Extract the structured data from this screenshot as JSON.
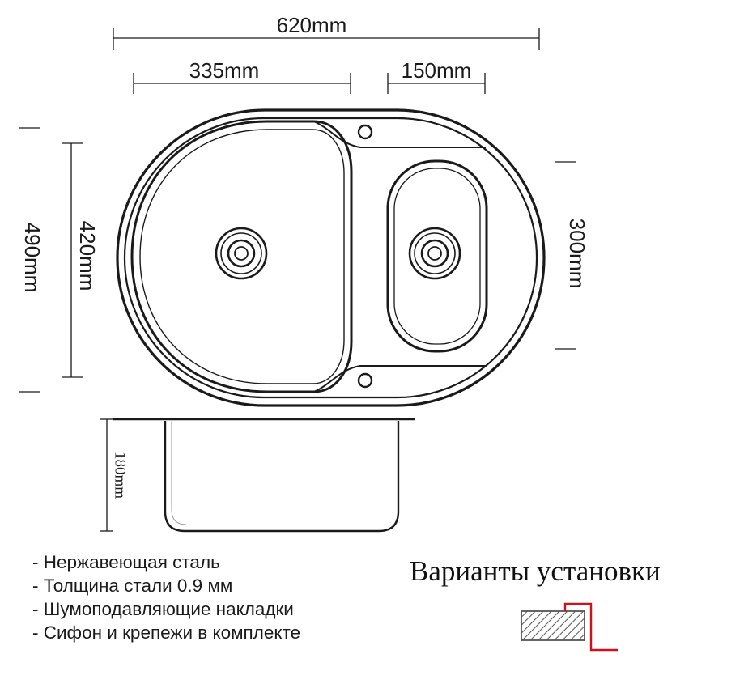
{
  "dimensions": {
    "total_width": "620mm",
    "main_bowl_width": "335mm",
    "small_bowl_width": "150mm",
    "total_depth": "490mm",
    "main_bowl_depth": "420mm",
    "small_bowl_depth": "300mm",
    "bowl_height": "180mm"
  },
  "features": {
    "items": [
      "- Нержавеющая сталь",
      "- Толщина стали 0.9 мм",
      "- Шумоподавляющие накладки",
      "- Сифон и крепежи в комплекте"
    ]
  },
  "installation": {
    "title": "Варианты установки"
  },
  "colors": {
    "line": "#1a1a1a",
    "install_marker": "#d0101a",
    "hatch": "#555555"
  }
}
